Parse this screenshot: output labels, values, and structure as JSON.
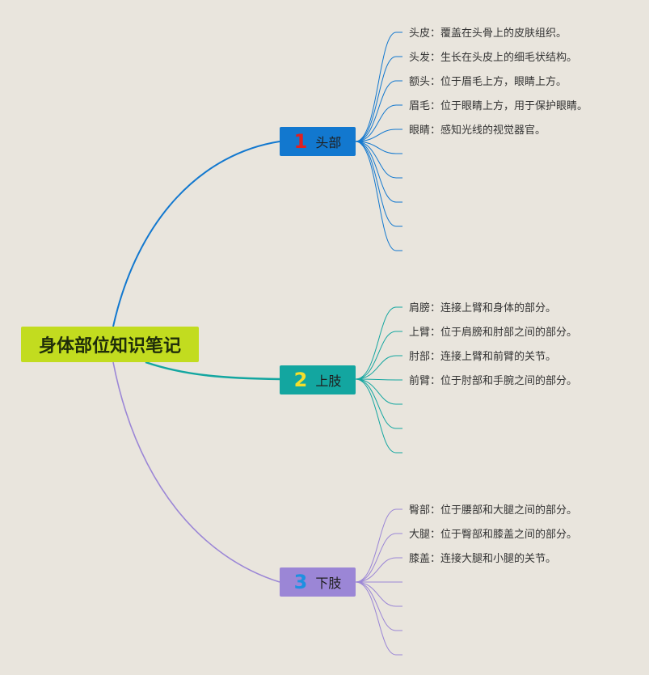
{
  "root": {
    "title": "身体部位知识笔记"
  },
  "branches": [
    {
      "number": "1",
      "label": "头部",
      "color": "#1278cf",
      "number_color": "#e02020",
      "items": [
        "头皮：覆盖在头骨上的皮肤组织。",
        "头发：生长在头皮上的细毛状结构。",
        "额头：位于眉毛上方，眼睛上方。",
        "眉毛：位于眼睛上方，用于保护眼睛。",
        "眼睛：感知光线的视觉器官。",
        "",
        "",
        "",
        "",
        ""
      ]
    },
    {
      "number": "2",
      "label": "上肢",
      "color": "#13a6a0",
      "number_color": "#f5de2b",
      "items": [
        "肩膀：连接上臂和身体的部分。",
        "上臂：位于肩膀和肘部之间的部分。",
        "肘部：连接上臂和前臂的关节。",
        "前臂：位于肘部和手腕之间的部分。",
        "",
        "",
        ""
      ]
    },
    {
      "number": "3",
      "label": "下肢",
      "color": "#9b86d6",
      "number_color": "#1e90e0",
      "items": [
        "臀部：位于腰部和大腿之间的部分。",
        "大腿：位于臀部和膝盖之间的部分。",
        "膝盖：连接大腿和小腿的关节。",
        "",
        "",
        "",
        ""
      ]
    }
  ]
}
